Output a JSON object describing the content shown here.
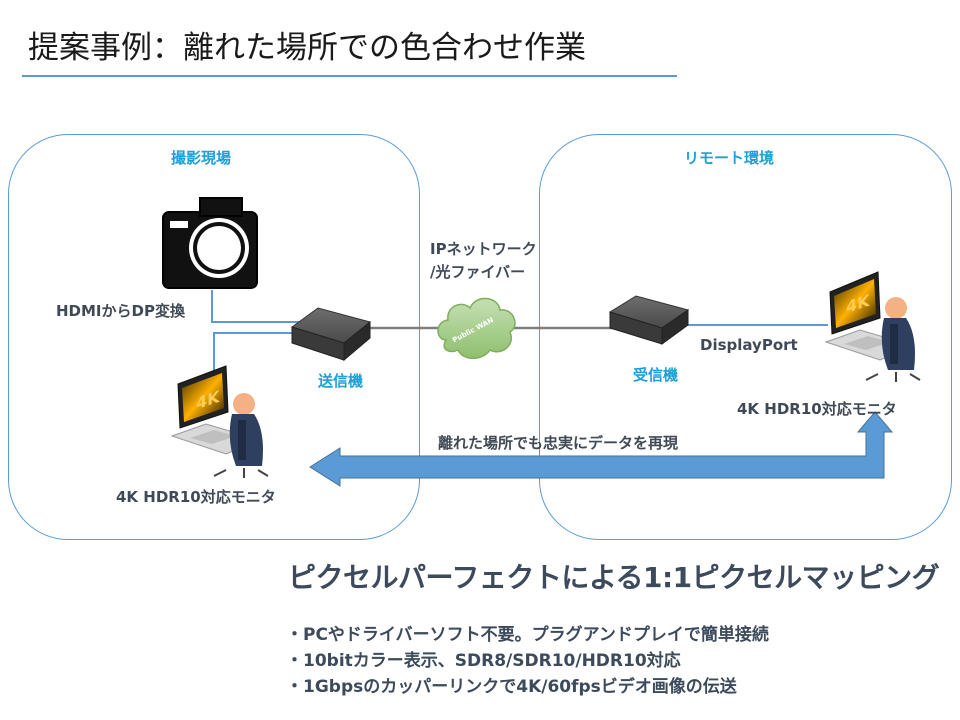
{
  "title": "提案事例：離れた場所での色合わせ作業",
  "left_panel": {
    "heading": "撮影現場",
    "hdmi_label": "HDMIからDP変換",
    "transmitter_label": "送信機",
    "monitor_label": "4K  HDR10対応モニタ"
  },
  "middle": {
    "network_line1": "IPネットワーク",
    "network_line2": "/光ファイバー",
    "cloud_text": "Public WAN",
    "arrow_caption": "離れた場所でも忠実にデータを再現"
  },
  "right_panel": {
    "heading": "リモート環境",
    "receiver_label": "受信機",
    "displayport_label": "DisplayPort",
    "monitor_label": "4K  HDR10対応モニタ"
  },
  "monitor_screen_text": "4K",
  "subtitle": "ピクセルパーフェクトによる1:1ピクセルマッピング",
  "bullets": [
    "・PCやドライバーソフト不要。プラグアンドプレイで簡単接続",
    "・10bitカラー表示、SDR8/SDR10/HDR10対応",
    "・1Gbpsのカッパーリンクで4K/60fpsビデオ画像の伝送"
  ],
  "colors": {
    "accent_blue": "#5b9bd5",
    "label_blue": "#1f9fd8",
    "cloud_green": "#a9d18e",
    "text_dark": "#3c4a5c"
  }
}
